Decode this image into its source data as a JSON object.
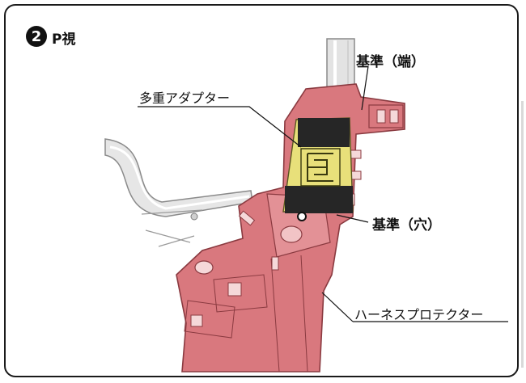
{
  "header": {
    "step_number": "2",
    "view_label": "P視"
  },
  "callouts": {
    "reference_end": "基準（端）",
    "multi_adapter": "多重アダプター",
    "reference_hole": "基準（穴）",
    "harness_protector": "ハーネスプロテクター"
  },
  "colors": {
    "bracket_fill": "#d9787e",
    "bracket_stroke": "#8a3a40",
    "adapter_fill": "#e8e07a",
    "adapter_dark": "#262626",
    "pipe_fill": "#e3e3e3",
    "pipe_stroke": "#8a8a8a"
  }
}
